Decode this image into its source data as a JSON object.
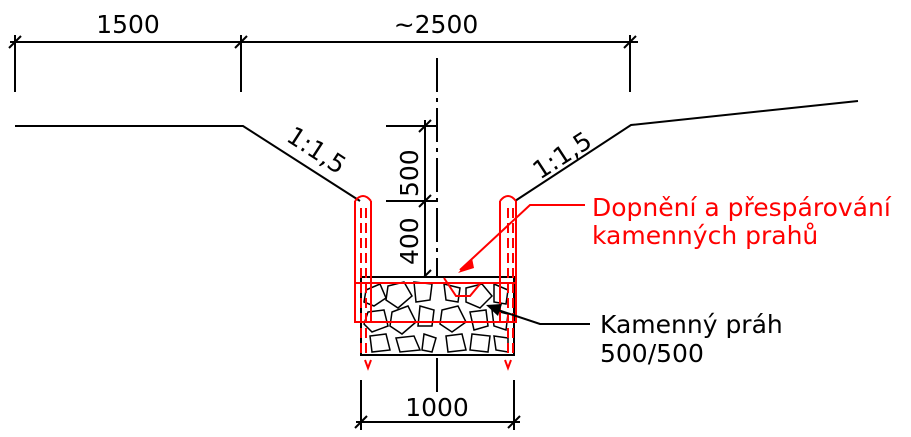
{
  "dimensions": {
    "top_left": "1500",
    "top_right": "~2500",
    "vertical_upper": "500",
    "vertical_lower": "400",
    "bottom": "1000"
  },
  "slopes": {
    "left": "1:1,5",
    "right": "1:1,5"
  },
  "annotations": {
    "red_note_line1": "Dopnění a přespárování",
    "red_note_line2": "kamenných prahů",
    "black_note_line1": "Kamenný práh",
    "black_note_line2": "500/500"
  },
  "colors": {
    "line": "#000000",
    "highlight": "#ff0000"
  }
}
